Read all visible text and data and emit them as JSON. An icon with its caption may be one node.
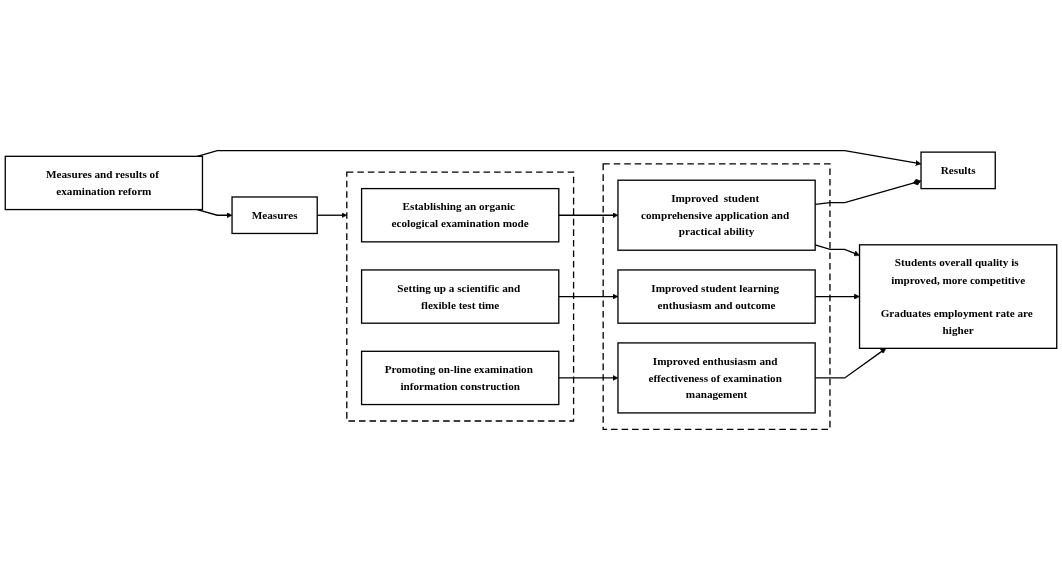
{
  "diagram": {
    "nodes": [
      {
        "text": [
          "Measures and results of examination reform"
        ]
      },
      {
        "text": [
          "Measures"
        ]
      },
      {
        "text": [
          "Results"
        ]
      },
      {
        "text": [],
        "shape": "box"
      },
      {
        "text": [
          "Establishing an organic ecological examination mode"
        ],
        "in": 3
      },
      {
        "text": [
          "Setting up a scientific and flexible test time"
        ],
        "in": 3
      },
      {
        "text": [
          "Promoting on-line examination information construction"
        ],
        "in": 3
      },
      {
        "text": [],
        "shape": "box"
      },
      {
        "text": [
          "Improved  student comprehensive application and practical ability"
        ],
        "in": 7
      },
      {
        "text": [
          "Improved student learning enthusiasm and outcome"
        ],
        "in": 7
      },
      {
        "text": [
          "Improved enthusiasm and effectiveness of examination management"
        ],
        "in": 7
      },
      {
        "text": [
          "Students overall quality is improved, more competitive",
          "Graduates employment rate are higher"
        ]
      }
    ],
    "edges": [
      {
        "from": 0,
        "to": 1,
        "arrow": "to"
      },
      {
        "from": 0,
        "to": 2,
        "arrow": "to"
      },
      {
        "from": 1,
        "to": 3,
        "arrow": "to"
      },
      {
        "from": 8,
        "to": 2,
        "arrow": "other"
      },
      {
        "from": 4,
        "to": 8,
        "arrow": "to"
      },
      {
        "from": 5,
        "to": 9,
        "arrow": "to"
      },
      {
        "from": 6,
        "to": 10,
        "arrow": "to"
      },
      {
        "from": 8,
        "to": 11,
        "arrow": "to"
      },
      {
        "from": 9,
        "to": 11,
        "arrow": "to"
      },
      {
        "from": 10,
        "to": 11,
        "arrow": "to"
      }
    ]
  }
}
